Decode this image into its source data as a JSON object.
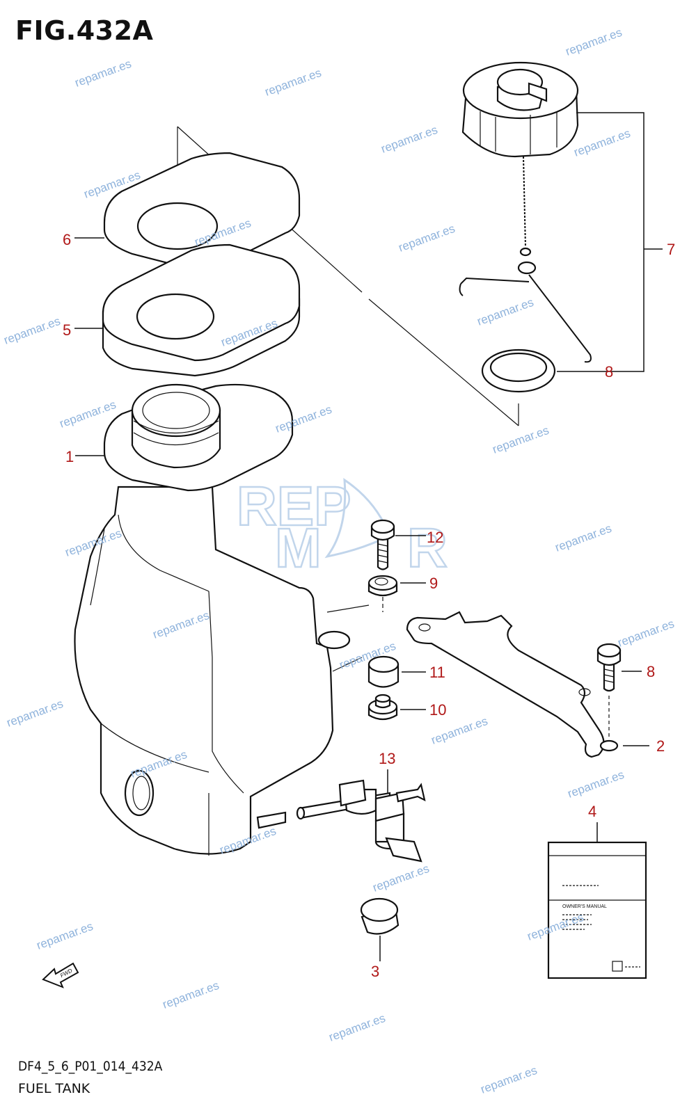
{
  "figure": {
    "title": "FIG.432A",
    "code": "DF4_5_6_P01_014_432A",
    "name": "FUEL TANK"
  },
  "callouts": [
    "1",
    "2",
    "3",
    "4",
    "5",
    "6",
    "7",
    "8",
    "8",
    "9",
    "10",
    "11",
    "12",
    "13"
  ],
  "watermark": {
    "text": "repamar.es",
    "logo_text": "REPAMAR",
    "color": "#8fb3dc"
  },
  "manual": {
    "label": "OWNER'S MANUAL"
  },
  "fwd_label": "FWD",
  "callout_color": "#b01818"
}
